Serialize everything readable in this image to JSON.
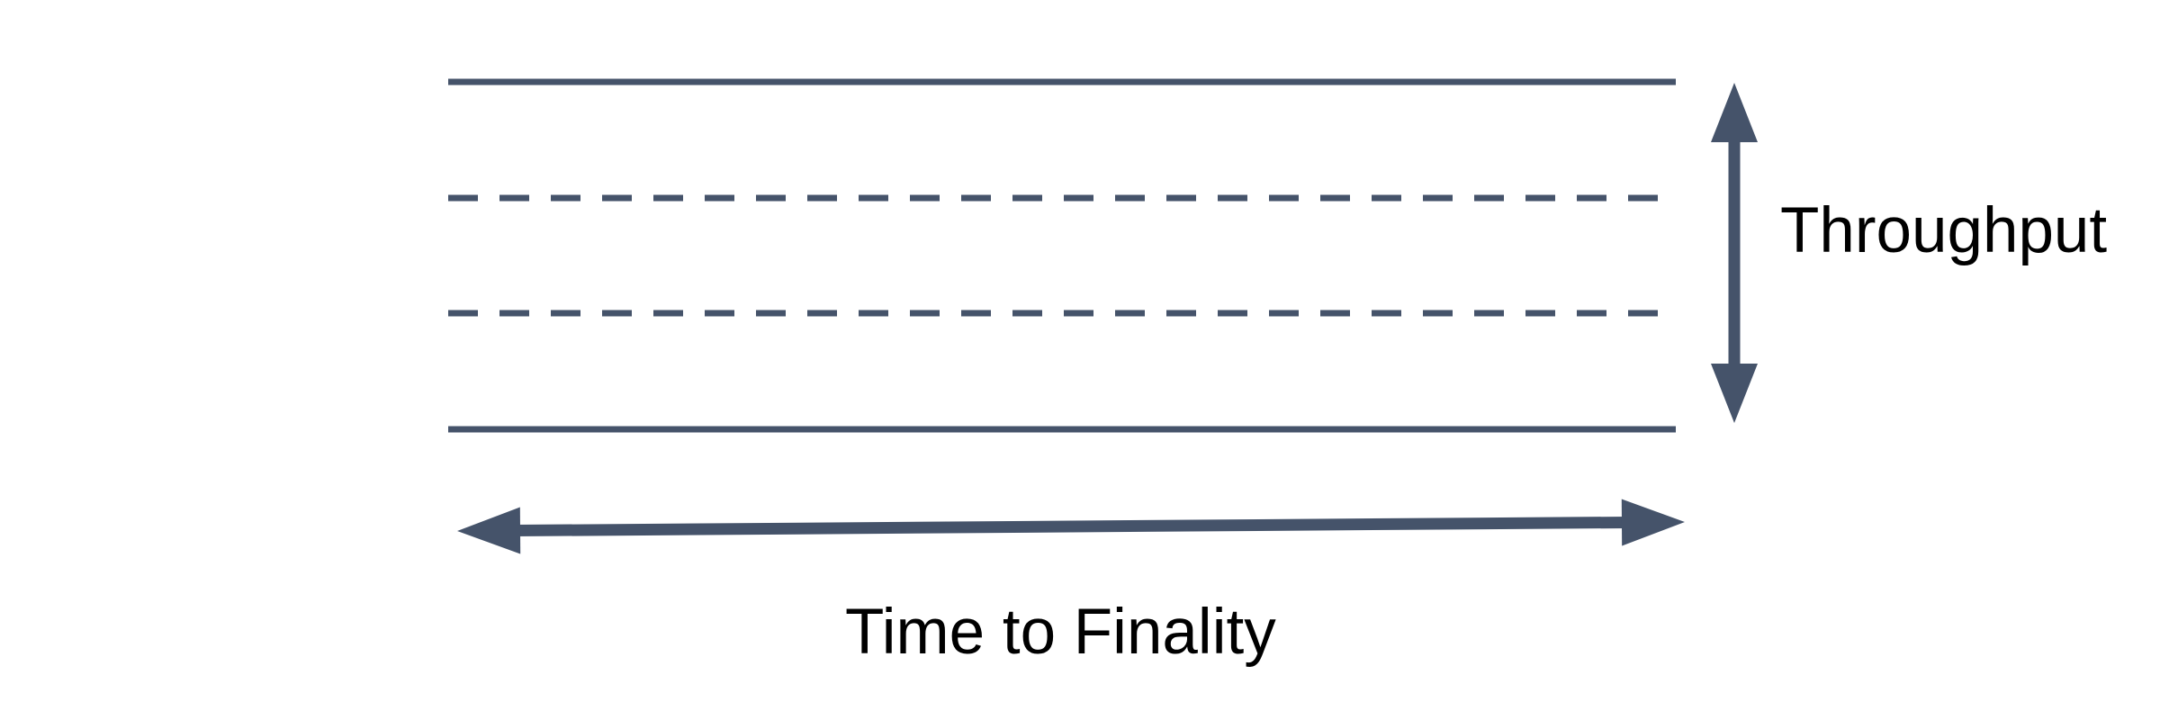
{
  "diagram": {
    "description": "Blockchain trade-off diagram: a horizontal band bounded by two solid lines with two dashed lines inside; a vertical double-headed arrow spans the band height (labeled Throughput) and a horizontal double-headed arrow spans the band width (labeled Time to Finality)",
    "labels": {
      "vertical_extent": "Throughput",
      "horizontal_extent": "Time to Finality"
    },
    "colors": {
      "line": "#45536a",
      "arrow": "#45536a",
      "label_text": "#000000",
      "background": "#ffffff"
    },
    "band": {
      "lines": [
        {
          "position": "top",
          "style": "solid"
        },
        {
          "position": "upper-middle",
          "style": "dashed"
        },
        {
          "position": "lower-middle",
          "style": "dashed"
        },
        {
          "position": "bottom",
          "style": "solid"
        }
      ]
    },
    "arrows": [
      {
        "name": "throughput-extent",
        "orientation": "vertical",
        "heads": "both-ends"
      },
      {
        "name": "time-to-finality-extent",
        "orientation": "horizontal",
        "heads": "both-ends"
      }
    ]
  }
}
